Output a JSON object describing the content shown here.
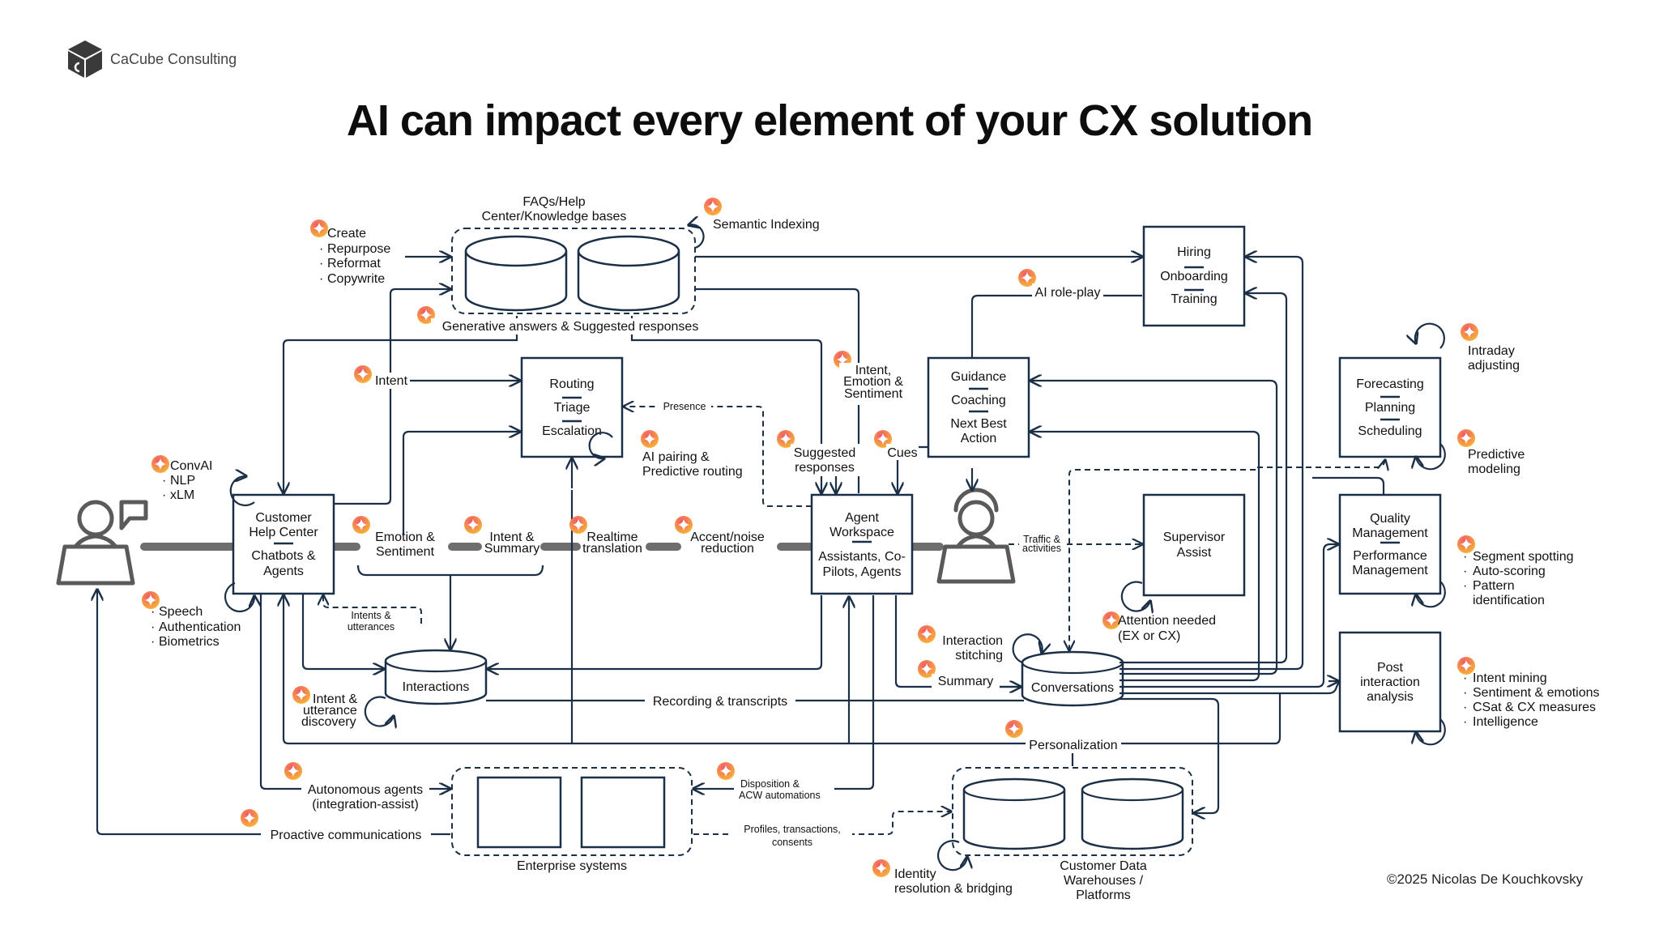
{
  "brand": {
    "name": "CaCube Consulting",
    "logo_icon": "cube-logo-icon"
  },
  "title": "AI can impact every element of your CX solution",
  "copyright": "©2025 Nicolas De Kouchkovsky",
  "ai_badge_icon": "sparkle-icon",
  "colors": {
    "line": "#1b2f47",
    "pipe": "#6e6e6e",
    "badge_start": "#f25a6a",
    "badge_end": "#f7b733"
  },
  "nodes": {
    "knowledge": {
      "title": [
        "FAQs/Help",
        "Center/Knowledge bases"
      ]
    },
    "hiring": {
      "items": [
        "Hiring",
        "Onboarding",
        "Training"
      ]
    },
    "routing": {
      "items": [
        "Routing",
        "Triage",
        "Escalation"
      ]
    },
    "guidance": {
      "items": [
        "Guidance",
        "Coaching",
        "Next Best",
        "Action"
      ]
    },
    "forecasting": {
      "items": [
        "Forecasting",
        "Planning",
        "Scheduling"
      ]
    },
    "help_center": {
      "top": [
        "Customer",
        "Help Center"
      ],
      "bottom": [
        "Chatbots &",
        "Agents"
      ]
    },
    "agent_workspace": {
      "top": [
        "Agent",
        "Workspace"
      ],
      "bottom": [
        "Assistants, Co-",
        "Pilots, Agents"
      ]
    },
    "supervisor": {
      "lines": [
        "Supervisor",
        "Assist"
      ]
    },
    "quality": {
      "top": [
        "Quality",
        "Management"
      ],
      "bottom": [
        "Performance",
        "Management"
      ]
    },
    "post": {
      "lines": [
        "Post",
        "interaction",
        "analysis"
      ]
    },
    "interactions": {
      "label": "Interactions"
    },
    "conversations": {
      "label": "Conversations"
    },
    "enterprise": {
      "label": "Enterprise systems"
    },
    "cdp": {
      "label": [
        "Customer Data",
        "Warehouses /",
        "Platforms"
      ]
    }
  },
  "labels": {
    "content_ops": [
      "Create",
      "Repurpose",
      "Reformat",
      "Copywrite"
    ],
    "semantic_indexing": "Semantic Indexing",
    "generative_answers": "Generative answers & Suggested responses",
    "ai_role_play": "AI role-play",
    "intent": "Intent",
    "presence": "Presence",
    "ai_pairing": [
      "AI pairing &",
      "Predictive routing"
    ],
    "intent_emotion_sentiment": [
      "Intent,",
      "Emotion &",
      "Sentiment"
    ],
    "suggested_responses": [
      "Suggested",
      "responses"
    ],
    "cues": "Cues",
    "conv_ai": [
      "ConvAI",
      "NLP",
      "xLM"
    ],
    "speech": [
      "Speech",
      "Authentication",
      "Biometrics"
    ],
    "emotion_sentiment": [
      "Emotion &",
      "Sentiment"
    ],
    "intent_summary": [
      "Intent &",
      "Summary"
    ],
    "realtime_translation": [
      "Realtime",
      "translation"
    ],
    "accent_noise": [
      "Accent/noise",
      "reduction"
    ],
    "traffic": [
      "Traffic &",
      "activities"
    ],
    "intents_utterances": [
      "Intents &",
      "utterances"
    ],
    "attention_needed": [
      "Attention needed",
      "(EX or CX)"
    ],
    "interaction_stitching": [
      "Interaction",
      "stitching"
    ],
    "summary": "Summary",
    "intent_discovery": [
      "Intent &",
      "utterance",
      "discovery"
    ],
    "recording": "Recording & transcripts",
    "personalization": "Personalization",
    "autonomous_agents": [
      "Autonomous agents",
      "(integration-assist)"
    ],
    "proactive": "Proactive communications",
    "disposition": [
      "Disposition &",
      "ACW automations"
    ],
    "profiles": [
      "Profiles, transactions,",
      "consents"
    ],
    "identity": [
      "Identity",
      "resolution & bridging"
    ],
    "intraday": [
      "Intraday",
      "adjusting"
    ],
    "predictive_modeling": [
      "Predictive",
      "modeling"
    ],
    "qm_list": [
      "Segment spotting",
      "Auto-scoring",
      "Pattern",
      "identification"
    ],
    "post_list": [
      "Intent mining",
      "Sentiment & emotions",
      "CSat & CX measures",
      "Intelligence"
    ]
  }
}
